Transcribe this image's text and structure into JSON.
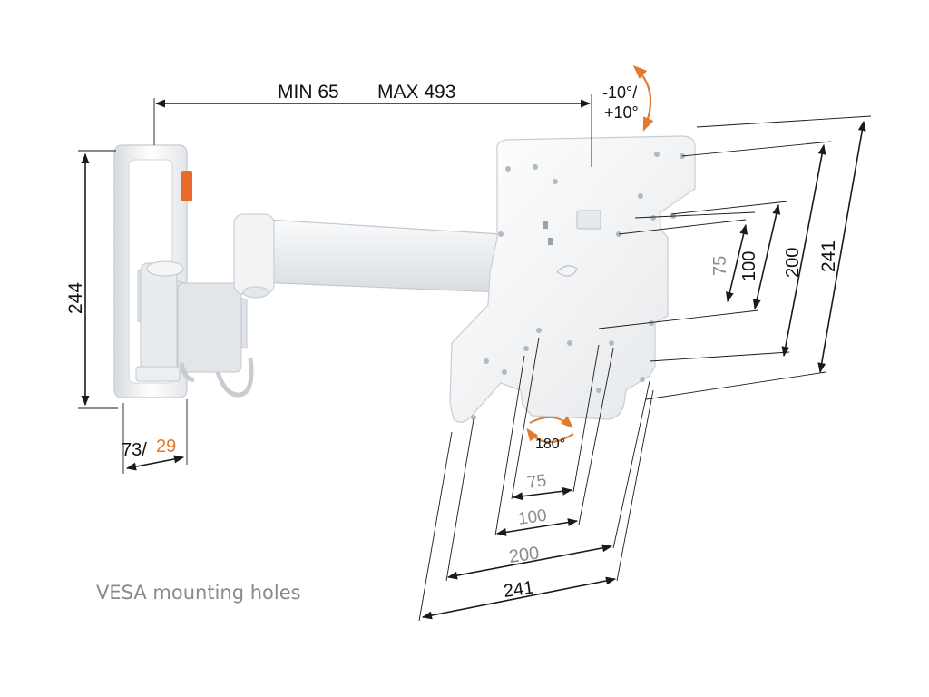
{
  "dimensions": {
    "distance_label_min": "MIN 65",
    "distance_label_max": "MAX 493",
    "tilt_label_top": "-10°/",
    "tilt_label_bottom": "+10°",
    "wall_plate_height": "244",
    "wall_plate_depth_primary": "73/",
    "wall_plate_depth_secondary": "29",
    "rotation_label": "180°",
    "vesa_vertical": [
      "75",
      "100",
      "200",
      "241"
    ],
    "vesa_horizontal": [
      "75",
      "100",
      "200",
      "241"
    ]
  },
  "caption": "VESA mounting holes",
  "colors": {
    "accent_orange": "#e07a2e",
    "release_tab": "#e86a2a",
    "mount_white": "#f4f5f7",
    "mount_shadow": "#cfd3d8",
    "grey_label": "#8c8c8c"
  },
  "icons": {
    "tilt_arrow": "curved-double-arrow-icon",
    "rotation_arrow": "rotation-arrow-icon"
  }
}
